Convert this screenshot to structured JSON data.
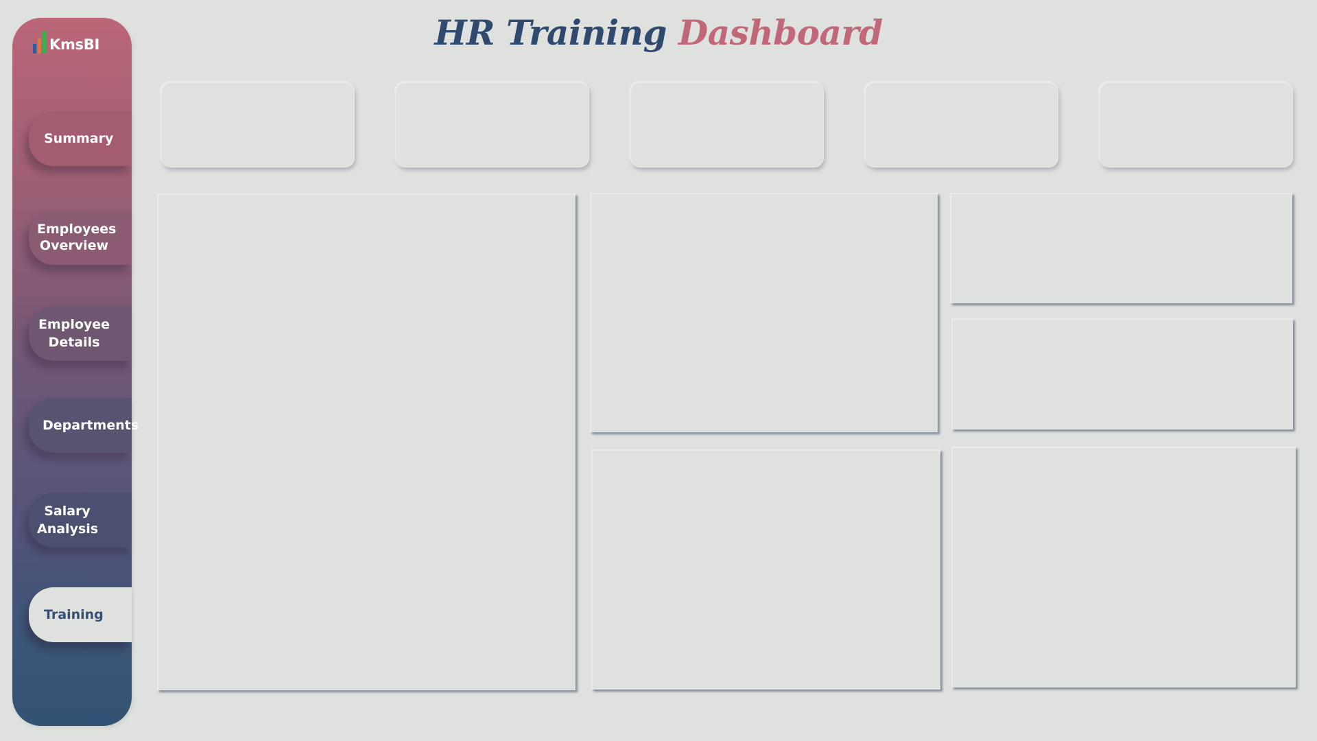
{
  "app": {
    "logo_text": "KmsBI"
  },
  "header": {
    "title_part1": "HR Training",
    "title_part2": "Dashboard"
  },
  "sidebar": {
    "items": [
      {
        "label": "Summary",
        "active": false
      },
      {
        "label": "Employees Overview",
        "active": false
      },
      {
        "label": "Employee Details",
        "active": false
      },
      {
        "label": "Departments",
        "active": false
      },
      {
        "label": "Salary Analysis",
        "active": false
      },
      {
        "label": "Training",
        "active": true
      }
    ]
  },
  "colors": {
    "background": "#dfe1de",
    "title_primary": "#2f4a6e",
    "title_accent": "#c06878",
    "sidebar_top": "#bb6677",
    "sidebar_bottom": "#345273",
    "active_text": "#344f74"
  }
}
